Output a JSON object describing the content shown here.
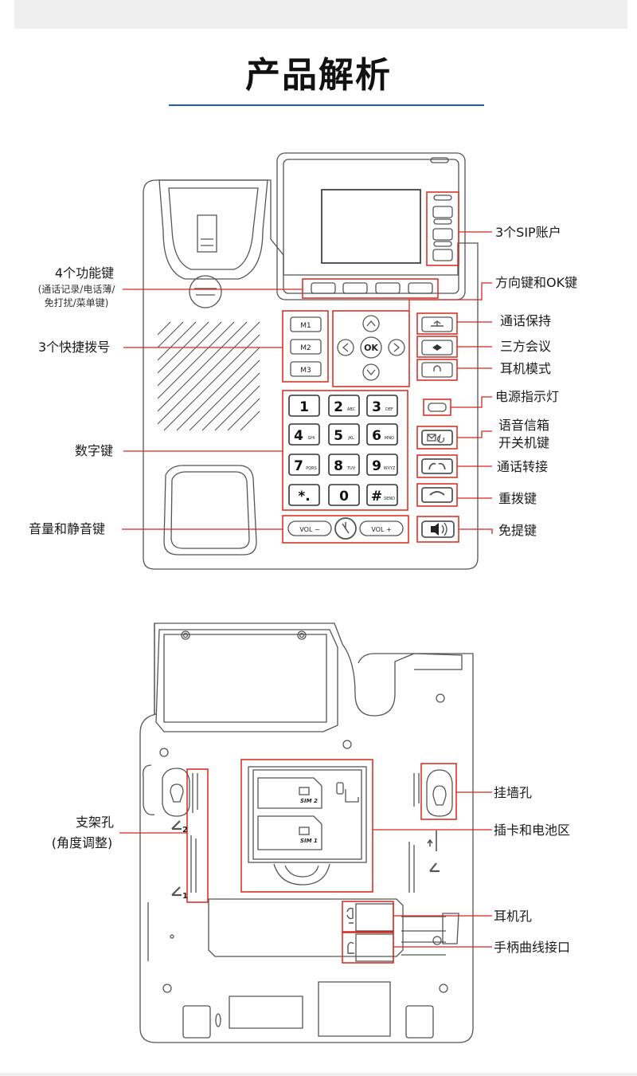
{
  "title": "产品解析",
  "front": {
    "labels": {
      "sip": "3个SIP账户",
      "func_keys": "4个功能键",
      "func_keys_note1": "(通话记录/电话薄/",
      "func_keys_note2": "免打扰/菜单键)",
      "speed_dial": "3个快捷拨号",
      "nav": "方向键和OK键",
      "hold": "通话保持",
      "conference": "三方会议",
      "headset_mode": "耳机模式",
      "power_led": "电源指示灯",
      "voicemail1": "语音信箱",
      "voicemail2": "开关机键",
      "transfer": "通话转接",
      "redial": "重拨键",
      "speaker": "免提键",
      "digits": "数字键",
      "volume_mute": "音量和静音键"
    },
    "memory_keys": [
      "M1",
      "M2",
      "M3"
    ],
    "ok_label": "OK",
    "keypad": [
      {
        "main": "1",
        "sub": ""
      },
      {
        "main": "2",
        "sub": "ABC"
      },
      {
        "main": "3",
        "sub": "DEF"
      },
      {
        "main": "4",
        "sub": "GHI"
      },
      {
        "main": "5",
        "sub": "JKL"
      },
      {
        "main": "6",
        "sub": "MNO"
      },
      {
        "main": "7",
        "sub": "PQRS"
      },
      {
        "main": "8",
        "sub": "TUV"
      },
      {
        "main": "9",
        "sub": "WXYZ"
      },
      {
        "main": "*.",
        "sub": ""
      },
      {
        "main": "0",
        "sub": ""
      },
      {
        "main": "#",
        "sub": "SEND"
      }
    ],
    "vol_minus": "VOL −",
    "vol_plus": "VOL +"
  },
  "back": {
    "labels": {
      "stand1": "支架孔",
      "stand2": "(角度调整)",
      "wall": "挂墙孔",
      "sim_battery": "插卡和电池区",
      "headset_port": "耳机孔",
      "handset_port": "手柄曲线接口"
    },
    "sim2": "SIM 2",
    "sim1": "SIM 1",
    "stand_marks": [
      "2",
      "1"
    ]
  },
  "colors": {
    "accent_rule": "#1f5fa8",
    "highlight": "#d9261c",
    "outline": "#555555"
  }
}
